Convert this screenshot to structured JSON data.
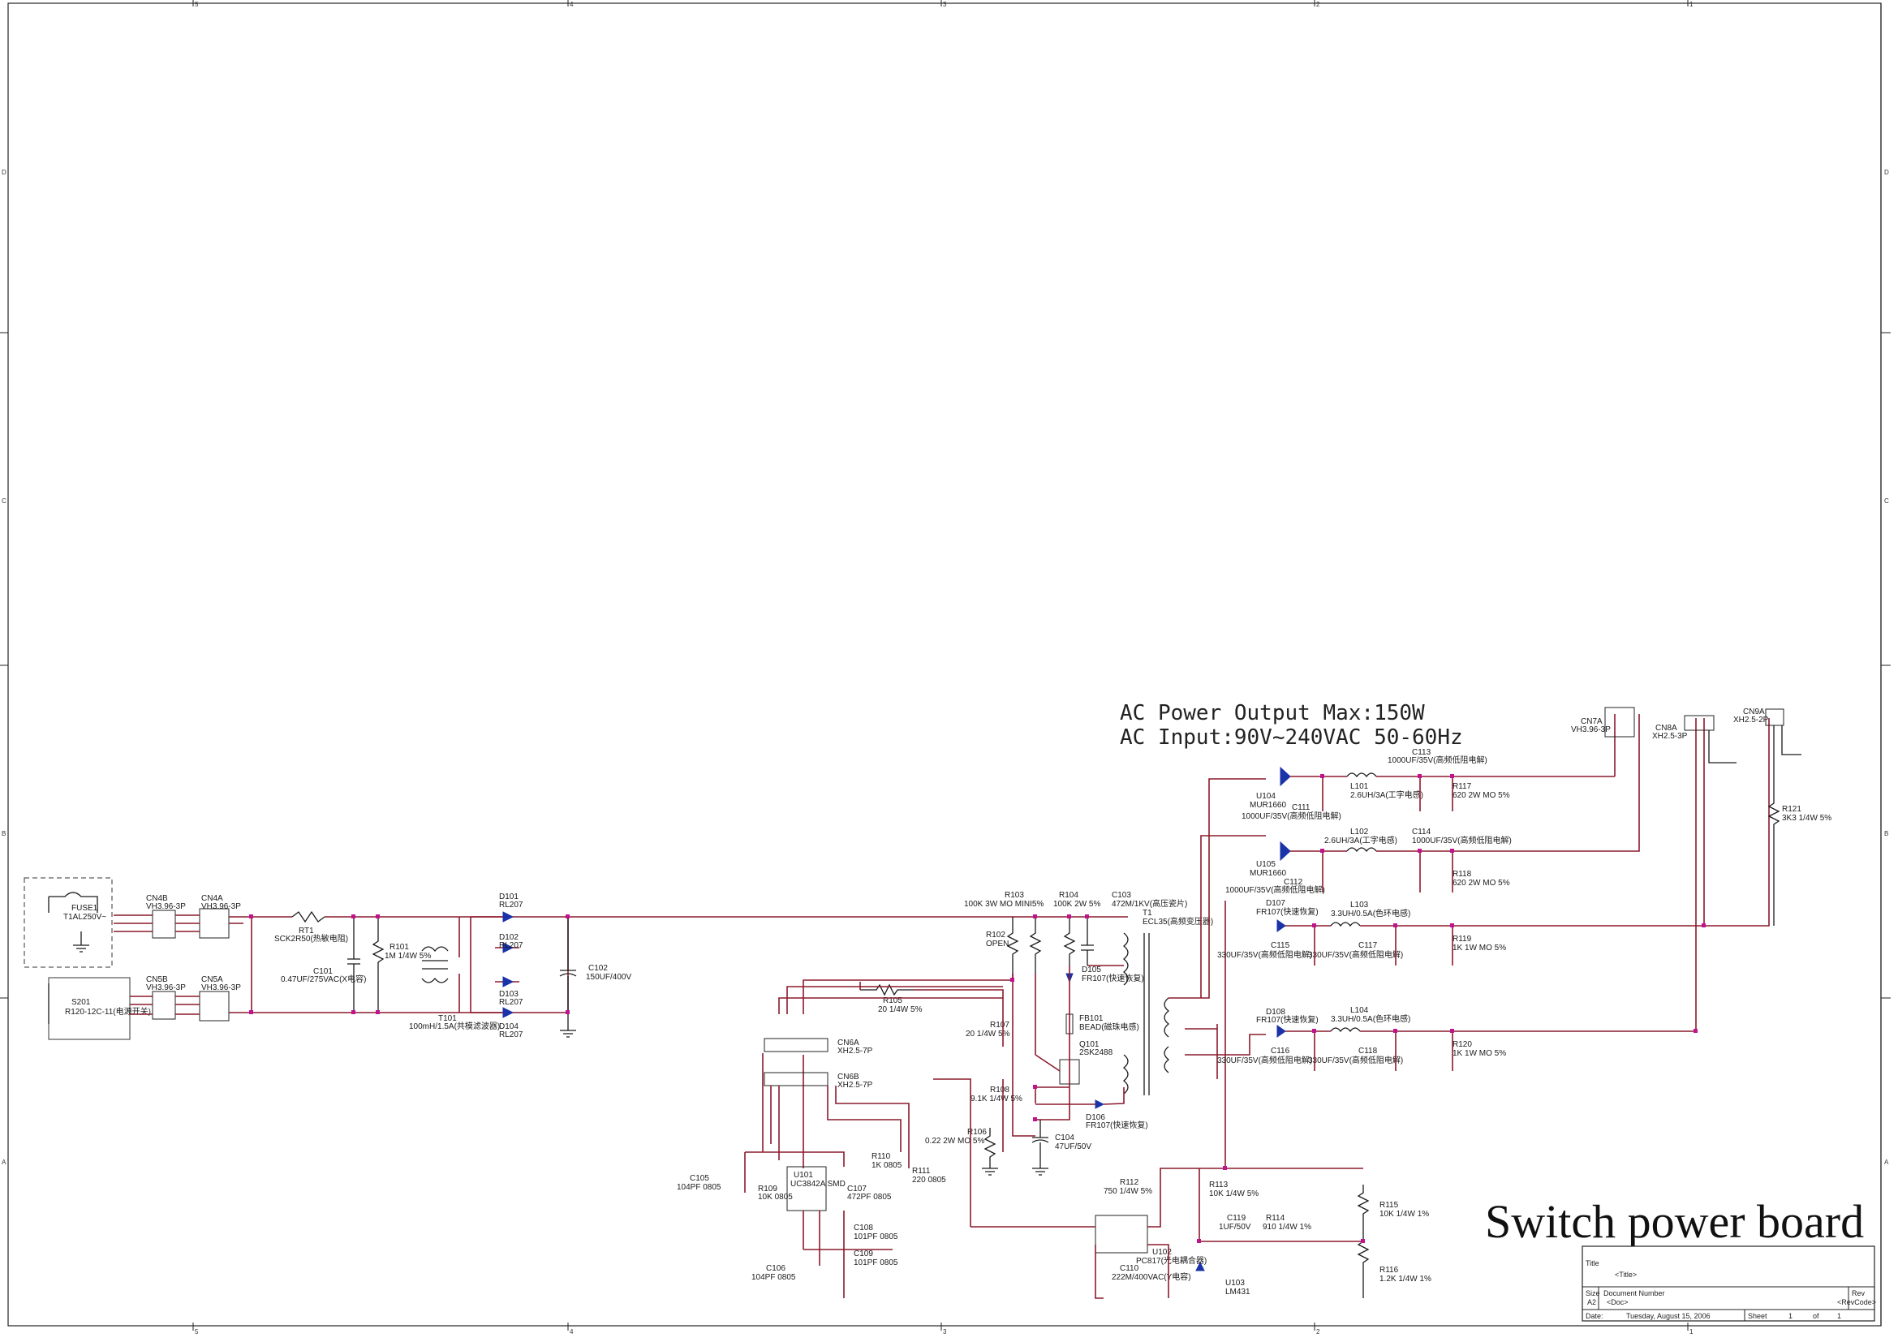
{
  "notes": {
    "output_max": "AC Power Output Max:150W",
    "input_range": "AC Input:90V~240VAC  50-60Hz",
    "board_title": "Switch power board"
  },
  "title_block": {
    "title_label": "Title",
    "title_value": "<Title>",
    "size_label": "Size",
    "size_value": "A2",
    "docnum_label": "Document Number",
    "docnum_value": "<Doc>",
    "rev_label": "Rev",
    "rev_value": "<RevCode>",
    "date_label": "Date:",
    "date_value": "Tuesday, August 15, 2006",
    "sheet_label": "Sheet",
    "sheet_value": "1",
    "of_label": "of",
    "of_value": "1"
  },
  "zones": {
    "top": [
      "5",
      "4",
      "3",
      "2",
      "1"
    ],
    "left": [
      "D",
      "C",
      "B",
      "A"
    ]
  },
  "components": {
    "fuse": {
      "ref": "FUSE1",
      "value": "T1AL250V~"
    },
    "switch": {
      "ref": "S201",
      "value": "R120-12C-11(电源开关)"
    },
    "cn4b": {
      "ref": "CN4B",
      "value": "VH3.96-3P"
    },
    "cn4a": {
      "ref": "CN4A",
      "value": "VH3.96-3P"
    },
    "cn5b": {
      "ref": "CN5B",
      "value": "VH3.96-3P"
    },
    "cn5a": {
      "ref": "CN5A",
      "value": "VH3.96-3P"
    },
    "rt1": {
      "ref": "RT1",
      "value": "SCK2R50(热敏电阻)"
    },
    "c101": {
      "ref": "C101",
      "value": "0.47UF/275VAC(X电容)"
    },
    "r101": {
      "ref": "R101",
      "value": "1M 1/4W 5%"
    },
    "t101": {
      "ref": "T101",
      "value": "100mH/1.5A(共模滤波器)"
    },
    "d101": {
      "ref": "D101",
      "value": "RL207"
    },
    "d102": {
      "ref": "D102",
      "value": "RL207"
    },
    "d103": {
      "ref": "D103",
      "value": "RL207"
    },
    "d104": {
      "ref": "D104",
      "value": "RL207"
    },
    "c102": {
      "ref": "C102",
      "value": "150UF/400V"
    },
    "r103": {
      "ref": "R103",
      "value": "100K 3W MO MINI5%"
    },
    "r102": {
      "ref": "R102",
      "value": "OPEN"
    },
    "r104": {
      "ref": "R104",
      "value": "100K 2W 5%"
    },
    "c103": {
      "ref": "C103",
      "value": "472M/1KV(高压瓷片)"
    },
    "t1": {
      "ref": "T1",
      "value": "ECL35(高频变压器)"
    },
    "d105": {
      "ref": "D105",
      "value": "FR107(快速恢复)"
    },
    "fb101": {
      "ref": "FB101",
      "value": "BEAD(磁珠电感)"
    },
    "q101": {
      "ref": "Q101",
      "value": "2SK2488"
    },
    "d106": {
      "ref": "D106",
      "value": "FR107(快速恢复)"
    },
    "r105": {
      "ref": "R105",
      "value": "20 1/4W 5%"
    },
    "r107": {
      "ref": "R107",
      "value": "20 1/4W 5%"
    },
    "r108": {
      "ref": "R108",
      "value": "9.1K 1/4W 5%"
    },
    "r106": {
      "ref": "R106",
      "value": "0.22 2W MO 5%"
    },
    "c104": {
      "ref": "C104",
      "value": "47UF/50V"
    },
    "cn6a": {
      "ref": "CN6A",
      "value": "XH2.5-7P"
    },
    "cn6b": {
      "ref": "CN6B",
      "value": "XH2.5-7P"
    },
    "c105": {
      "ref": "C105",
      "value": "104PF 0805"
    },
    "r109": {
      "ref": "R109",
      "value": "10K 0805"
    },
    "u101": {
      "ref": "U101",
      "value": "UC3842A SMD"
    },
    "c107": {
      "ref": "C107",
      "value": "472PF 0805"
    },
    "r110": {
      "ref": "R110",
      "value": "1K 0805"
    },
    "r111": {
      "ref": "R111",
      "value": "220 0805"
    },
    "c108": {
      "ref": "C108",
      "value": "101PF 0805"
    },
    "c109": {
      "ref": "C109",
      "value": "101PF 0805"
    },
    "c106": {
      "ref": "C106",
      "value": "104PF 0805"
    },
    "r112": {
      "ref": "R112",
      "value": "750 1/4W 5%"
    },
    "u102": {
      "ref": "U102",
      "value": "PC817(光电耦合器)"
    },
    "c110": {
      "ref": "C110",
      "value": "222M/400VAC(Y电容)"
    },
    "r113": {
      "ref": "R113",
      "value": "10K 1/4W 5%"
    },
    "c119": {
      "ref": "C119",
      "value": "1UF/50V"
    },
    "r114": {
      "ref": "R114",
      "value": "910 1/4W 1%"
    },
    "u103": {
      "ref": "U103",
      "value": "LM431"
    },
    "r115": {
      "ref": "R115",
      "value": "10K 1/4W 1%"
    },
    "r116": {
      "ref": "R116",
      "value": "1.2K 1/4W 1%"
    },
    "u104": {
      "ref": "U104",
      "value": "MUR1660"
    },
    "u105": {
      "ref": "U105",
      "value": "MUR1660"
    },
    "c111": {
      "ref": "C111",
      "value": "1000UF/35V(高频低阻电解)"
    },
    "c112": {
      "ref": "C112",
      "value": "1000UF/35V(高频低阻电解)"
    },
    "c113": {
      "ref": "C113",
      "value": "1000UF/35V(高频低阻电解)"
    },
    "c114": {
      "ref": "C114",
      "value": "1000UF/35V(高频低阻电解)"
    },
    "l101": {
      "ref": "L101",
      "value": "2.6UH/3A(工字电感)"
    },
    "l102": {
      "ref": "L102",
      "value": "2.6UH/3A(工字电感)"
    },
    "r117": {
      "ref": "R117",
      "value": "620 2W MO 5%"
    },
    "r118": {
      "ref": "R118",
      "value": "620 2W MO 5%"
    },
    "d107": {
      "ref": "D107",
      "value": "FR107(快速恢复)"
    },
    "d108": {
      "ref": "D108",
      "value": "FR107(快速恢复)"
    },
    "c115": {
      "ref": "C115",
      "value": "330UF/35V(高频低阻电解)"
    },
    "c116": {
      "ref": "C116",
      "value": "330UF/35V(高频低阻电解)"
    },
    "c117": {
      "ref": "C117",
      "value": "330UF/35V(高频低阻电解)"
    },
    "c118": {
      "ref": "C118",
      "value": "330UF/35V(高频低阻电解)"
    },
    "l103": {
      "ref": "L103",
      "value": "3.3UH/0.5A(色环电感)"
    },
    "l104": {
      "ref": "L104",
      "value": "3.3UH/0.5A(色环电感)"
    },
    "r119": {
      "ref": "R119",
      "value": "1K 1W MO 5%"
    },
    "r120": {
      "ref": "R120",
      "value": "1K 1W MO 5%"
    },
    "cn7a": {
      "ref": "CN7A",
      "value": "VH3.96-3P"
    },
    "cn8a": {
      "ref": "CN8A",
      "value": "XH2.5-3P"
    },
    "cn9a": {
      "ref": "CN9A",
      "value": "XH2.5-2P"
    },
    "r121": {
      "ref": "R121",
      "value": "3K3 1/4W 5%"
    }
  }
}
